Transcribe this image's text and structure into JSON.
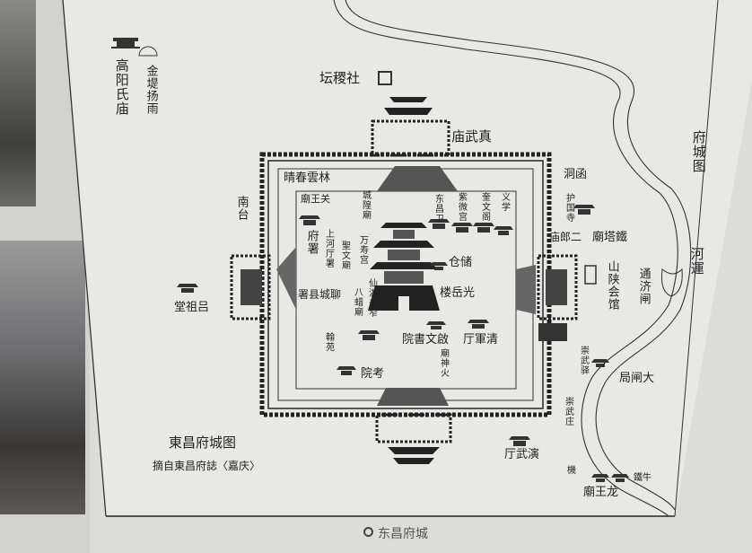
{
  "map": {
    "title": "東昌府城图",
    "source": "摘自東昌府誌〈嘉庆〉",
    "caption": "东昌府城",
    "labels": {
      "gaoyang": "高阳氏庙",
      "jindi": "金堤扬雨",
      "sheji": "坛稷社",
      "zhenwu": "庙武真",
      "linyun": "晴春雲林",
      "fuzhou": "府署",
      "wangmiao": "廟王关",
      "shanghe": "上河厅署",
      "wenmiao": "聖文廟",
      "wanshou": "万寿宫",
      "xianhu": "仙湖去窄",
      "bazha": "八蜡廟",
      "liucheng": "署县城聊",
      "canggui": "仓储",
      "guangyue": "楼岳光",
      "qirun": "院書文啟",
      "qingjun": "厅軍清",
      "kaoyuan": "院考",
      "xuyu": "翰苑",
      "ziqi": "紫微宫",
      "shenyu": "廟神火",
      "donghe": "东昌卫",
      "chenghuang": "城隍廟",
      "kuiwen": "奎文阁",
      "taishou": "南台",
      "lvzu": "堂祖吕",
      "haizhu": "洞函",
      "huguo": "护国寺",
      "erlang": "庙郎二",
      "tieta": "廟塔鐵",
      "shanshan": "山陕会馆",
      "tongji": "通济闸",
      "dazha": "局闸大",
      "chongwu": "崇武驿",
      "chongwu2": "崇武庄",
      "yanwu": "厅武演",
      "longwang": "廟王龙",
      "tieniu": "鐵牛",
      "jixian": "機",
      "fucheng": "府城图",
      "yunhe": "河運",
      "yishu": "义学"
    }
  }
}
